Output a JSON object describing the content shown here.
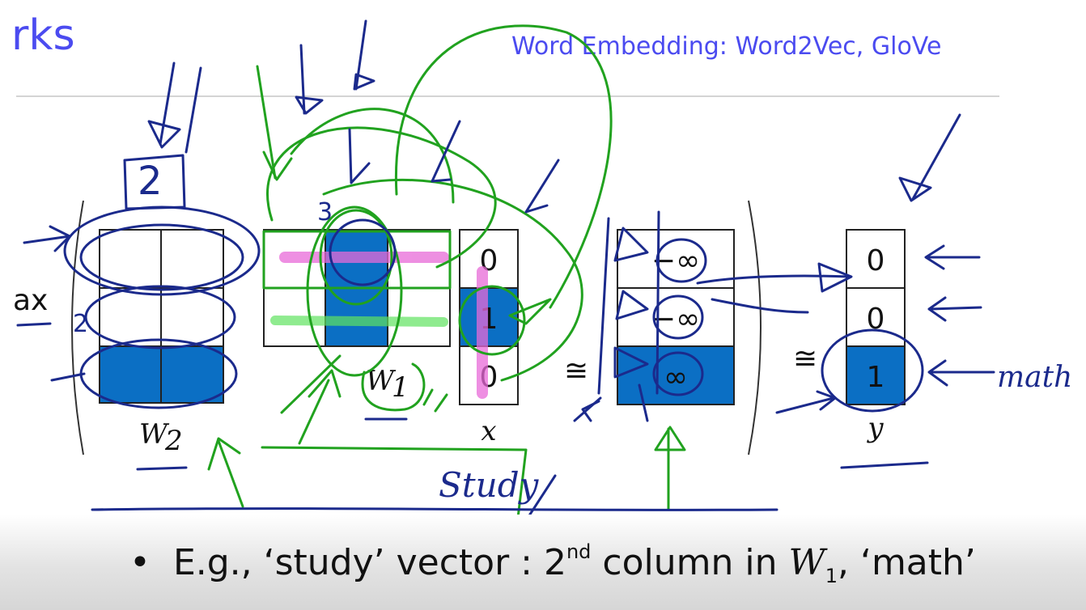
{
  "slide": {
    "title_fragment": "rks",
    "subtitle": "Word Embedding: Word2Vec, GloVe",
    "left_fragment": "ax"
  },
  "matrices": {
    "w2_label": "W",
    "w2_sub": "2",
    "w1_label": "W",
    "w1_sub": "1",
    "x_label": "x",
    "x_values": [
      "0",
      "1",
      "0"
    ],
    "z_values": [
      "−∞",
      "−∞",
      "∞"
    ],
    "y_label": "y",
    "y_values": [
      "0",
      "0",
      "1"
    ],
    "approx_symbol": "≅"
  },
  "handwriting": {
    "study": "Study",
    "math": "math",
    "num_2": "2",
    "num_3": "3"
  },
  "bullet": {
    "marker": "•",
    "prefix": "E.g., ‘study’ vector :  2",
    "ordinal": "nd",
    "mid": " column in ",
    "var": "W",
    "var_sub": "1",
    "suffix": ", ‘math’"
  },
  "colors": {
    "accent_blue": "#4b4bf0",
    "cell_fill": "#0b6fc4",
    "ink_navy": "#1b2a8c",
    "ink_green": "#21a21f",
    "ink_pink": "#e86ad8"
  }
}
